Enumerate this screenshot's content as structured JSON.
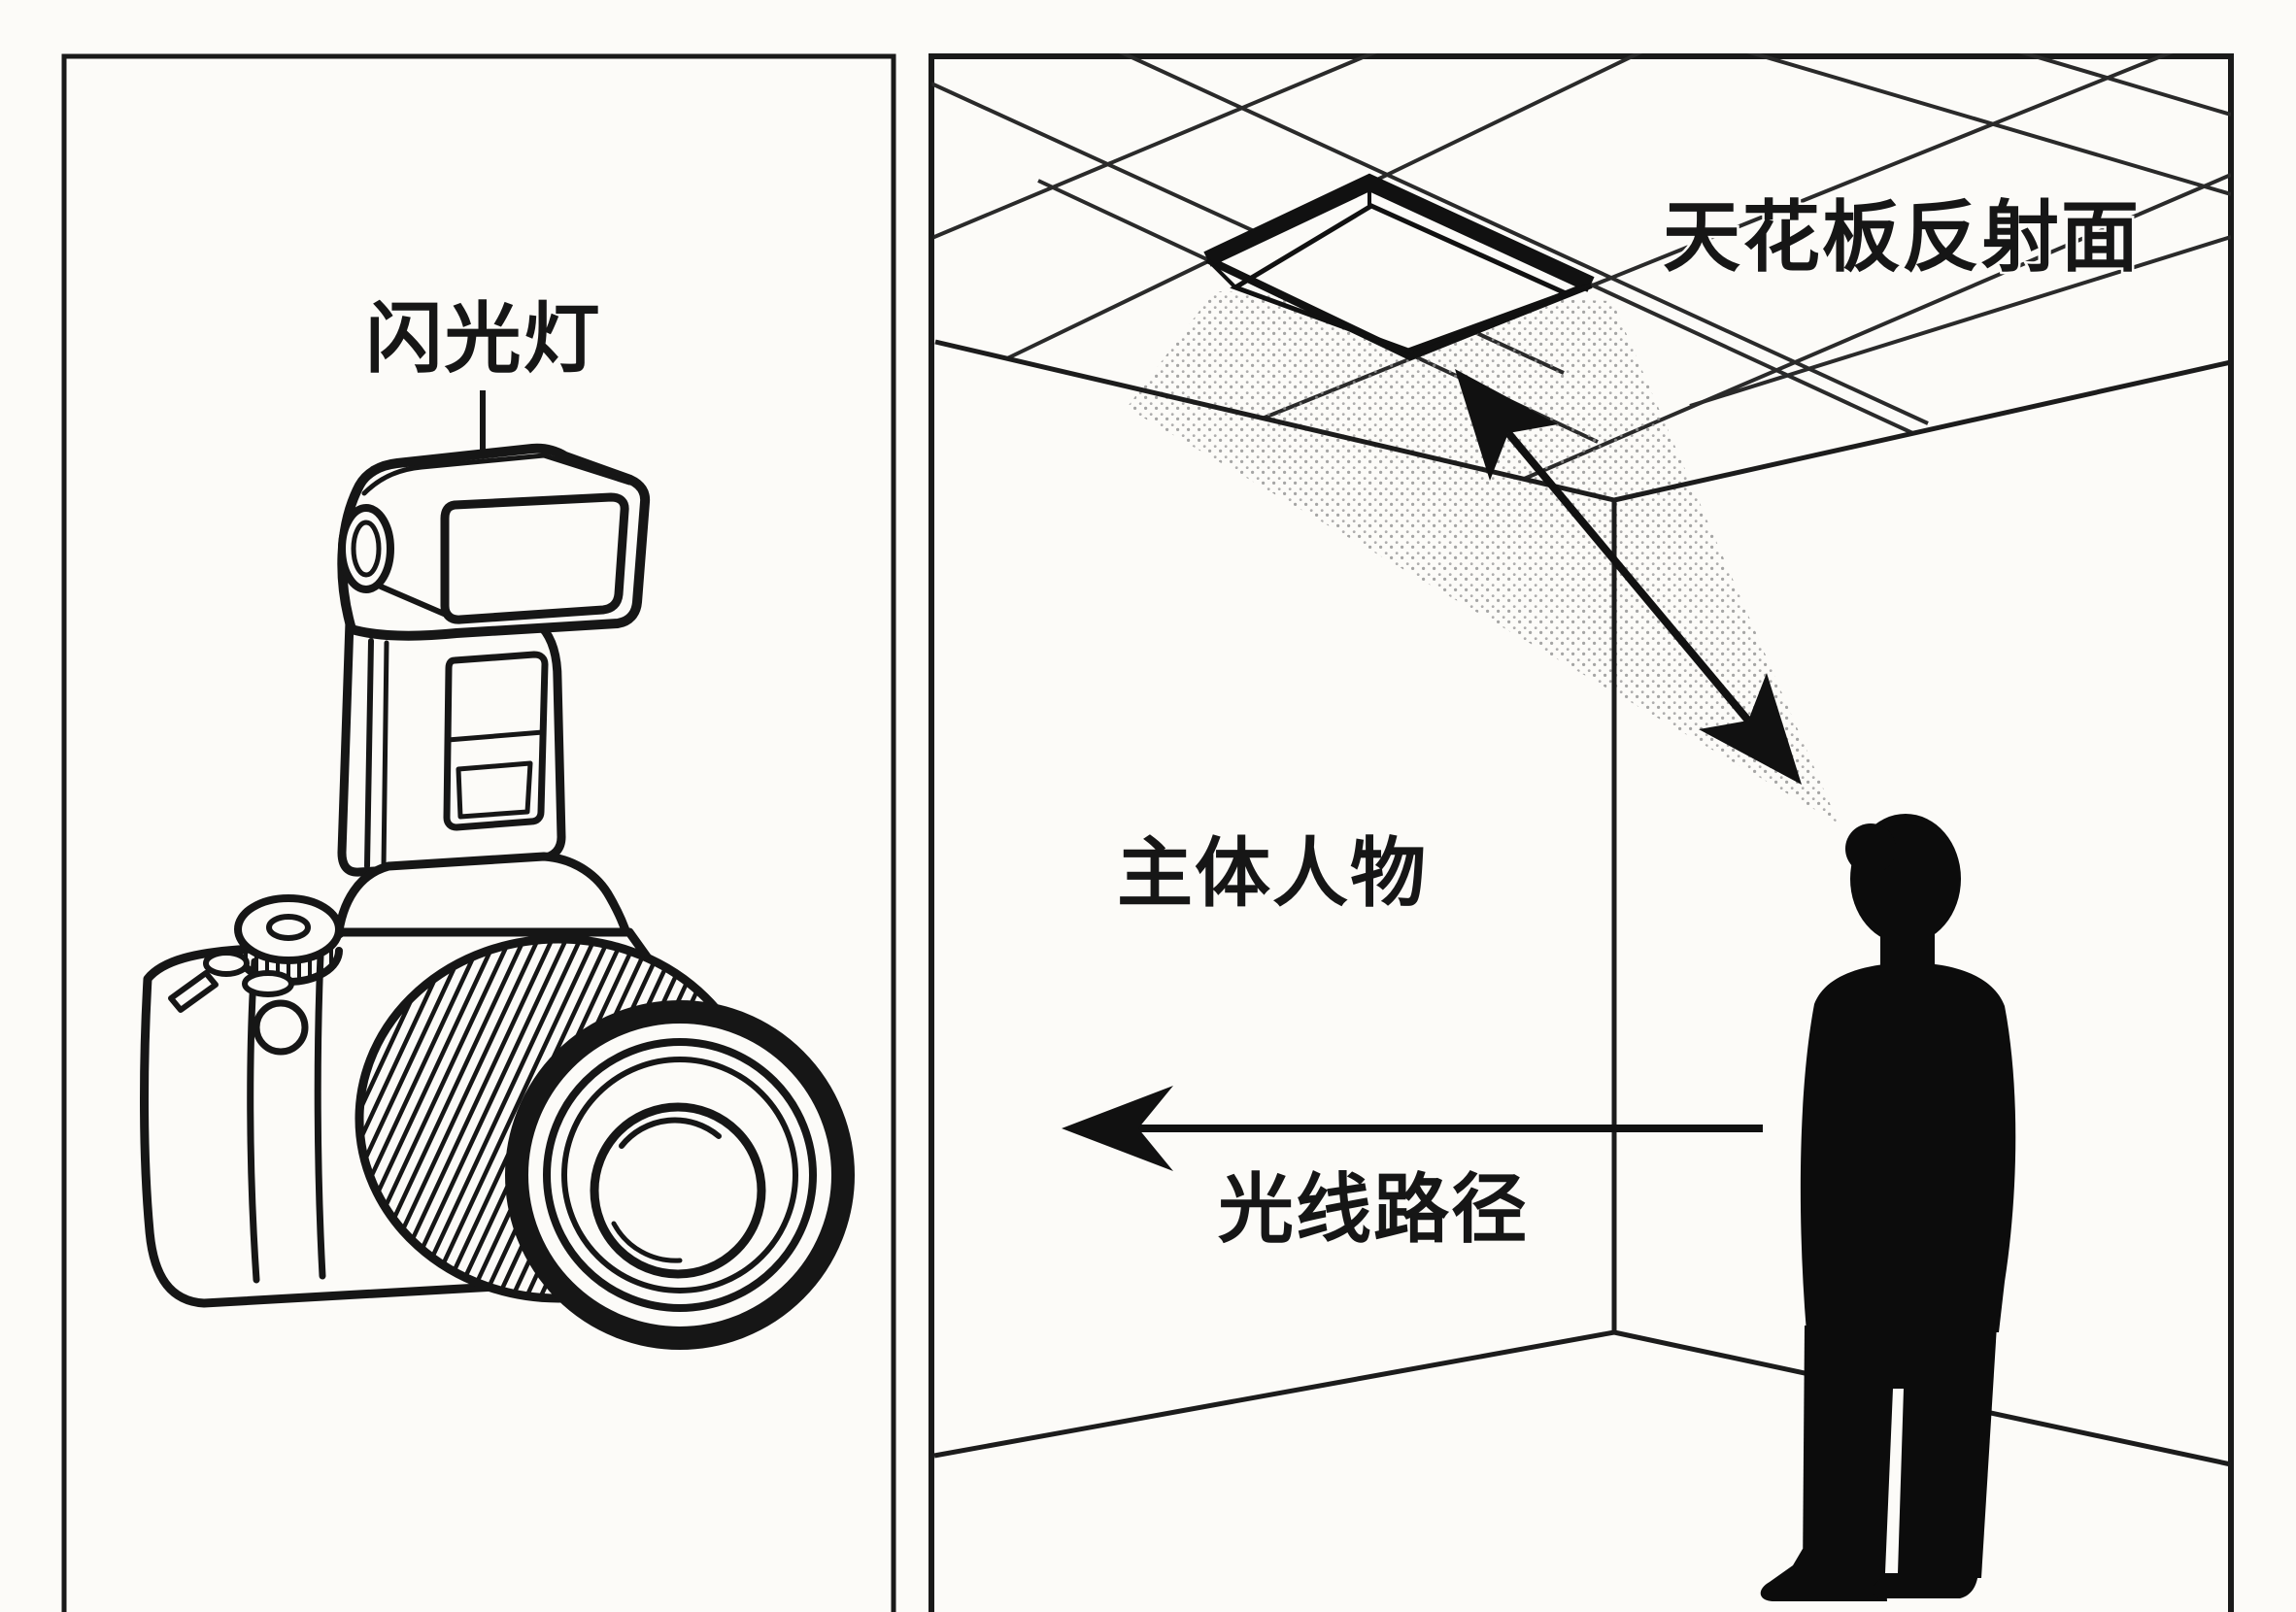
{
  "colors": {
    "paper": "#fcfbf8",
    "ink": "#161616",
    "stipple_dot": "#8f8f8f"
  },
  "left_panel": {
    "flash_label": "闪光灯"
  },
  "right_panel": {
    "ceiling_label": "天花板反射面",
    "subject_label": "主体人物",
    "light_path_label": "光线路径"
  }
}
